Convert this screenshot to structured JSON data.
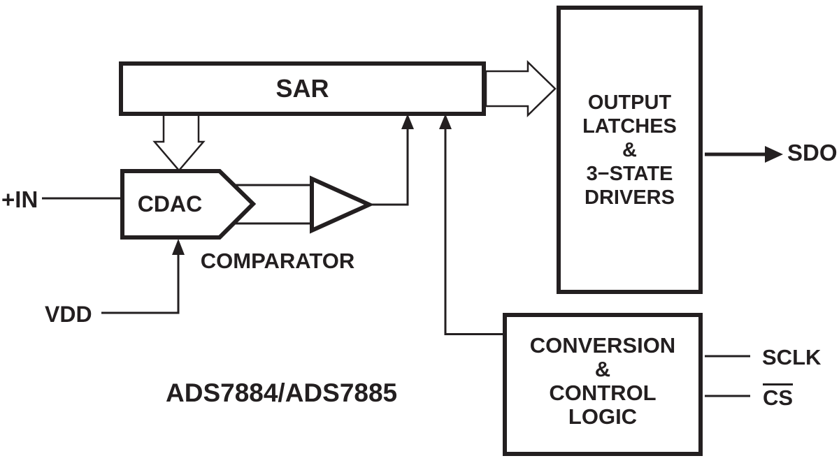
{
  "colors": {
    "ink": "#231f20",
    "background": "#ffffff"
  },
  "blocks": {
    "sar": {
      "label": "SAR"
    },
    "output_latches": {
      "lines": [
        "OUTPUT",
        "LATCHES",
        "&",
        "3−STATE",
        "DRIVERS"
      ]
    },
    "conversion_logic": {
      "lines": [
        "CONVERSION",
        "&",
        "CONTROL",
        "LOGIC"
      ]
    },
    "cdac": {
      "label": "CDAC"
    },
    "comparator": {
      "label": "COMPARATOR"
    }
  },
  "pins": {
    "in_plus": {
      "label": "+IN"
    },
    "vdd": {
      "label": "VDD"
    },
    "sdo": {
      "label": "SDO"
    },
    "sclk": {
      "label": "SCLK"
    },
    "cs": {
      "label": "CS"
    }
  },
  "caption": {
    "label": "ADS7884/ADS7885"
  }
}
